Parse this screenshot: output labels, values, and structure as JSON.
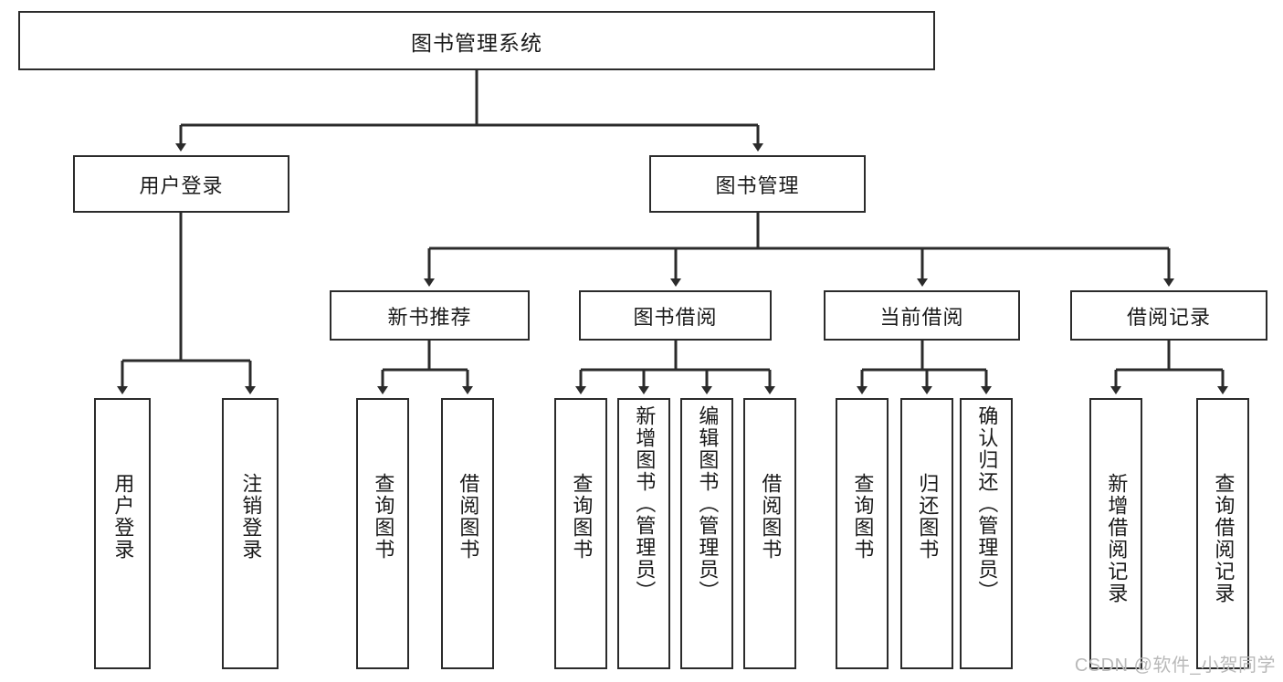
{
  "diagram": {
    "title": "图书管理系统",
    "watermark": "CSDN @软件_小贺同学",
    "root": {
      "label": "图书管理系统"
    },
    "level2": [
      {
        "label": "用户登录"
      },
      {
        "label": "图书管理"
      }
    ],
    "level3": [
      {
        "label": "新书推荐"
      },
      {
        "label": "图书借阅"
      },
      {
        "label": "当前借阅"
      },
      {
        "label": "借阅记录"
      }
    ],
    "leaves": [
      {
        "label": "用户登录"
      },
      {
        "label": "注销登录"
      },
      {
        "label": "查询图书"
      },
      {
        "label": "借阅图书"
      },
      {
        "label": "查询图书"
      },
      {
        "label": "新增图书（管理员）"
      },
      {
        "label": "编辑图书（管理员）"
      },
      {
        "label": "借阅图书"
      },
      {
        "label": "查询图书"
      },
      {
        "label": "归还图书"
      },
      {
        "label": "确认归还（管理员）"
      },
      {
        "label": "新增借阅记录"
      },
      {
        "label": "查询借阅记录"
      }
    ],
    "colors": {
      "stroke": "#2b2b2b",
      "fill": "#ffffff",
      "text": "#1a1a1a",
      "watermark": "#b9b9b9"
    }
  }
}
